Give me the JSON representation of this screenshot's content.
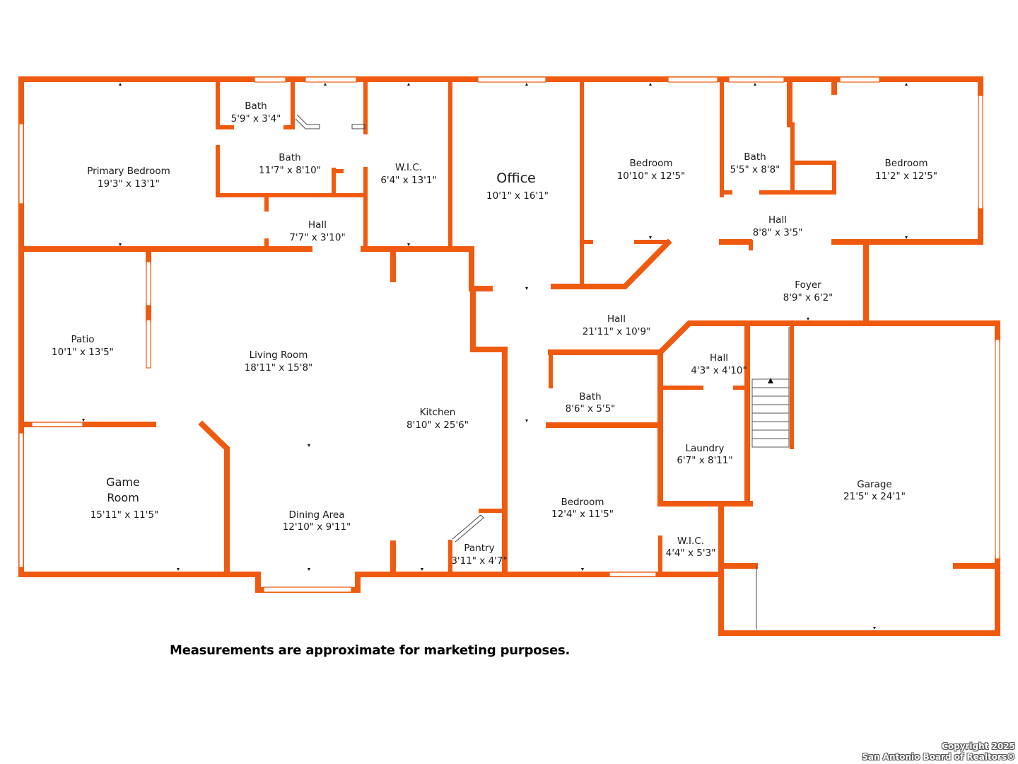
{
  "rooms": [
    {
      "id": "primary-bedroom",
      "name": "Primary Bedroom",
      "dims": "19'3\" x 13'1\""
    },
    {
      "id": "bath-small",
      "name": "Bath",
      "dims": "5'9\" x 3'4\""
    },
    {
      "id": "bath-primary",
      "name": "Bath",
      "dims": "11'7\" x 8'10\""
    },
    {
      "id": "hall-primary",
      "name": "Hall",
      "dims": "7'7\" x 3'10\""
    },
    {
      "id": "wic-primary",
      "name": "W.I.C.",
      "dims": "6'4\" x 13'1\""
    },
    {
      "id": "office",
      "name": "Office",
      "dims": "10'1\" x 16'1\""
    },
    {
      "id": "bedroom-2",
      "name": "Bedroom",
      "dims": "10'10\" x 12'5\""
    },
    {
      "id": "bath-2",
      "name": "Bath",
      "dims": "5'5\" x 8'8\""
    },
    {
      "id": "bedroom-3",
      "name": "Bedroom",
      "dims": "11'2\" x 12'5\""
    },
    {
      "id": "hall-east",
      "name": "Hall",
      "dims": "8'8\" x 3'5\""
    },
    {
      "id": "foyer",
      "name": "Foyer",
      "dims": "8'9\" x 6'2\""
    },
    {
      "id": "patio",
      "name": "Patio",
      "dims": "10'1\" x 13'5\""
    },
    {
      "id": "living-room",
      "name": "Living Room",
      "dims": "18'11\" x 15'8\""
    },
    {
      "id": "hall-main",
      "name": "Hall",
      "dims": "21'11\" x 10'9\""
    },
    {
      "id": "hall-small",
      "name": "Hall",
      "dims": "4'3\" x 4'10\""
    },
    {
      "id": "kitchen",
      "name": "Kitchen",
      "dims": "8'10\" x 25'6\""
    },
    {
      "id": "bath-3",
      "name": "Bath",
      "dims": "8'6\" x 5'5\""
    },
    {
      "id": "laundry",
      "name": "Laundry",
      "dims": "6'7\" x 8'11\""
    },
    {
      "id": "garage",
      "name": "Garage",
      "dims": "21'5\" x 24'1\""
    },
    {
      "id": "game-room",
      "name_line1": "Game",
      "name_line2": "Room",
      "dims": "15'11\" x 11'5\""
    },
    {
      "id": "dining-area",
      "name": "Dining Area",
      "dims": "12'10\" x 9'11\""
    },
    {
      "id": "pantry",
      "name": "Pantry",
      "dims": "3'11\" x 4'7\""
    },
    {
      "id": "bedroom-4",
      "name": "Bedroom",
      "dims": "12'4\" x 11'5\""
    },
    {
      "id": "wic-2",
      "name": "W.I.C.",
      "dims": "4'4\" x 5'3\""
    }
  ],
  "footer": {
    "disclaimer": "Measurements are approximate for marketing purposes.",
    "copyright_line1": "Copyright 2025",
    "copyright_line2": "San Antonio Board of Realtors®"
  },
  "colors": {
    "wall": "#f05a0f",
    "background": "#ffffff",
    "text": "#1a1a1a"
  }
}
